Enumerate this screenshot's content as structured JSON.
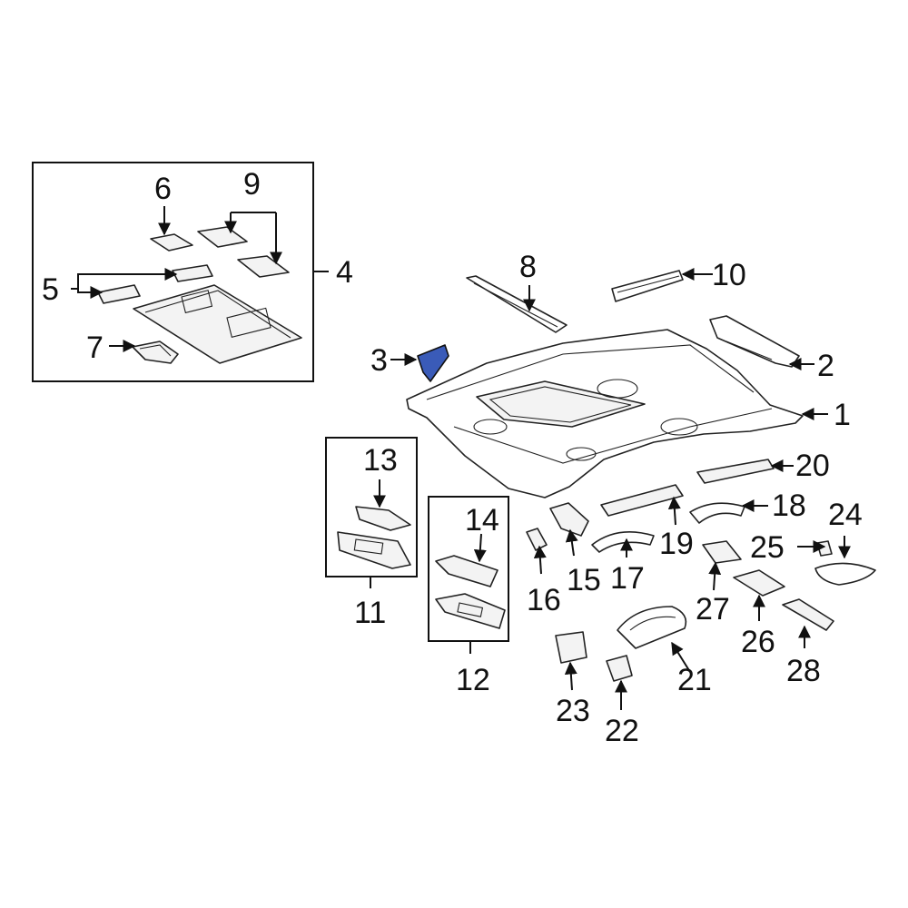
{
  "colors": {
    "highlight": "#3a5bb8",
    "ink": "#111111",
    "background": "#ffffff"
  },
  "callouts": [
    "1",
    "2",
    "3",
    "4",
    "5",
    "6",
    "7",
    "8",
    "9",
    "10",
    "11",
    "12",
    "13",
    "14",
    "15",
    "16",
    "17",
    "18",
    "19",
    "20",
    "21",
    "22",
    "23",
    "24",
    "25",
    "26",
    "27",
    "28"
  ],
  "highlighted_part": "3"
}
